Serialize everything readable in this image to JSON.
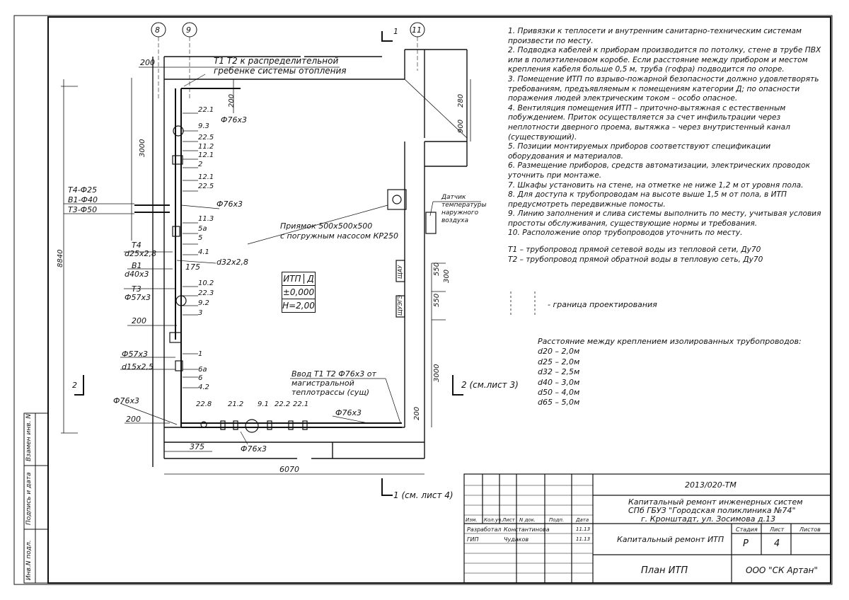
{
  "axes": {
    "a8": "8",
    "a9": "9",
    "a11": "11"
  },
  "section_marks": {
    "top": "1",
    "left": "2",
    "right": "2 (см.лист 3)",
    "bottom": "1 (см. лист 4)"
  },
  "dimensions": {
    "d200_top": "200",
    "d3000_left": "3000",
    "d8840": "8840",
    "d200_mid": "200",
    "d200_bottom": "200",
    "d375": "375",
    "d6070": "6070",
    "d280": "280",
    "d900": "900",
    "d550_a": "550",
    "d300": "300",
    "d550_b": "550",
    "d3000_right": "3000",
    "d200_right": "200",
    "d200_riser": "200",
    "d175": "175"
  },
  "labels": {
    "top_callout_1": "Т1 Т2 к распределительной",
    "top_callout_2": "гребенке системы отопления",
    "phi76_top": "Ф76х3",
    "phi76_mid": "Ф76х3",
    "d32": "d32х2,8",
    "pit_1": "Приямок 500х500х500",
    "pit_2": "с погружным насосом КР250",
    "sensor_1": "Датчик",
    "sensor_2": "температуры",
    "sensor_3": "наружного",
    "sensor_4": "воздуха",
    "shchu": "ЩАУ",
    "shchu2": "ЩУЭГЭ",
    "intro_1": "Ввод Т1 Т2 Ф76х3 от",
    "intro_2": "магистральной",
    "intro_3": "теплотрассы (сущ)",
    "phi76_bottom_right": "Ф76х3",
    "phi76_bottom": "Ф76х3",
    "phi76_left": "Ф76х3",
    "t4_25": "Т4-Ф25",
    "b1_40": "В1-Ф40",
    "t3_50": "Т3-Ф50",
    "t4": "Т4",
    "d25": "d25х2,8",
    "b1": "В1",
    "d40": "d40х3",
    "t3": "Т3",
    "phi57": "Ф57х3",
    "phi57b": "Ф57х3",
    "d15": "d15х2,5"
  },
  "markers": [
    "22.1",
    "9.3",
    "22.5",
    "11.2",
    "12.1",
    "2",
    "12.1",
    "22.5",
    "11.3",
    "5а",
    "5",
    "4.1",
    "10.2",
    "22.3",
    "9.2",
    "3",
    "1",
    "6а",
    "6",
    "4.2",
    "22.8",
    "21.2",
    "9.1",
    "22.2",
    "22.1"
  ],
  "room": {
    "name": "ИТП",
    "cat": "Д",
    "level": "±0,000",
    "height": "Н=2,00"
  },
  "notes": [
    "1. Привязки к теплосети и внутренним санитарно-техническим системам произвести по месту.",
    "2. Подводка кабелей к приборам производится по потолку, стене в трубе ПВХ или в полиэтиленовом коробе. Если расстояние между прибором и местом крепления кабеля больше 0,5 м, труба (гофра) подводится по опоре.",
    "3. Помещение ИТП по взрыво-пожарной безопасности должно удовлетворять требованиям, предъявляемым к помещениям категории Д; по опасности поражения людей электрическим током – особо опасное.",
    "4. Вентиляция помещения ИТП – приточно-вытяжная с естественным побуждением. Приток осуществляется за счет инфильтрации через неплотности дверного проема, вытяжка – через внутристенный канал (существующий).",
    "5. Позиции монтируемых приборов соответствуют спецификации оборудования и материалов.",
    "6. Размещение приборов, средств автоматизации, электрических проводок уточнить при монтаже.",
    "7. Шкафы установить на стене, на отметке не ниже 1,2 м от уровня пола.",
    "8. Для доступа к трубопроводам на высоте выше 1,5 м от пола, в ИТП предусмотреть передвижные помосты.",
    "9. Линию заполнения и слива системы выполнить по месту, учитывая условия простоты обслуживания, существующие нормы и требования.",
    "10. Расположение опор трубопроводов уточнить по месту."
  ],
  "legend_lines": [
    "Т1 – трубопровод прямой сетевой воды из тепловой сети, Ду70",
    "Т2 – трубопровод прямой обратной воды в тепловую сеть, Ду70"
  ],
  "boundary_legend": "- граница проектирования",
  "distances_title": "Расстояние между креплением изолированных трубопроводов:",
  "distances": [
    "d20 – 2,0м",
    "d25 – 2,0м",
    "d32 – 2,5м",
    "d40 – 3,0м",
    "d50 – 4,0м",
    "d65 – 5,0м"
  ],
  "side_stamp": [
    "Взамен инв. N",
    "Подпись и дата",
    "Инв.N подл."
  ],
  "title_block": {
    "code": "2013/020-ТМ",
    "obj1": "Капитальный ремонт инженерных систем",
    "obj2": "СПб ГБУЗ \"Городская поликлиника №74\"",
    "obj3": "г. Кронштадт, ул. Зосимова д.13",
    "h_izm": "Изм.",
    "h_kol": "Кол.уч.",
    "h_list": "Лист",
    "h_ndok": "N док.",
    "h_podp": "Подп.",
    "h_data": "Дата",
    "r1_role": "Разработал",
    "r1_name": "Константинова",
    "r1_date": "11.13",
    "r2_role": "ГИП",
    "r2_name": "Чудаков",
    "r2_date": "11.13",
    "stage_h": "Стадия",
    "sheet_h": "Лист",
    "sheets_h": "Листов",
    "stage": "Р",
    "sheet": "4",
    "sheets": "",
    "work": "Капитальный ремонт ИТП",
    "drawing": "План ИТП",
    "company": "ООО \"СК Артан\""
  }
}
